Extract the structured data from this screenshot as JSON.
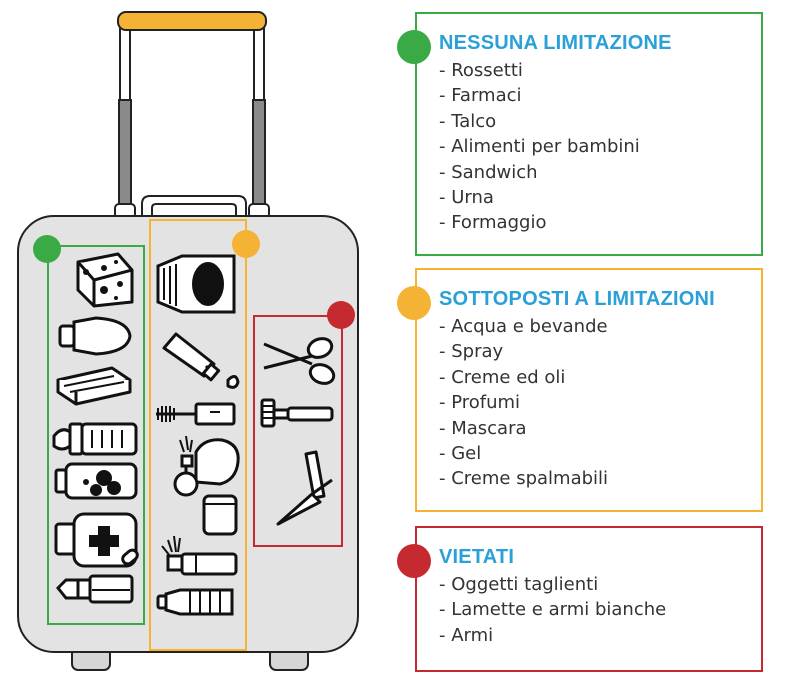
{
  "colors": {
    "green": "#3aaa46",
    "orange": "#f5b335",
    "red": "#c52a30",
    "title_blue": "#2aa0d8",
    "suitcase_fill": "#e3e3e3"
  },
  "legend": [
    {
      "key": "green",
      "title": "NESSUNA LIMITAZIONE",
      "items": [
        "Rossetti",
        "Farmaci",
        "Talco",
        "Alimenti per bambini",
        "Sandwich",
        "Urna",
        "Formaggio"
      ]
    },
    {
      "key": "orange",
      "title": "SOTTOPOSTI A LIMITAZIONI",
      "items": [
        "Acqua e bevande",
        "Spray",
        "Creme ed oli",
        "Profumi",
        "Mascara",
        "Gel",
        "Creme spalmabili"
      ]
    },
    {
      "key": "red",
      "title": "VIETATI",
      "items": [
        "Oggetti taglienti",
        "Lamette e armi bianche",
        "Armi"
      ]
    }
  ],
  "suitcase_zones": [
    {
      "key": "green",
      "icons": [
        "cheese-icon",
        "baby-food-jar-icon",
        "sandwich-icon",
        "baby-bottle-icon",
        "talc-bottle-icon",
        "first-aid-kit-icon",
        "lipstick-icon"
      ]
    },
    {
      "key": "orange",
      "icons": [
        "spread-jar-icon",
        "cream-tube-icon",
        "mascara-icon",
        "perfume-bottles-icon",
        "gel-jar-icon",
        "spray-can-icon",
        "water-bottle-icon"
      ]
    },
    {
      "key": "red",
      "icons": [
        "scissors-icon",
        "razor-icon",
        "knife-icon"
      ]
    }
  ]
}
